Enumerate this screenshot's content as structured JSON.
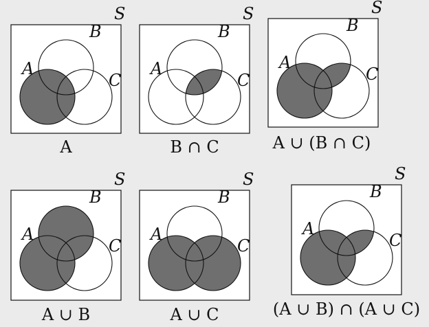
{
  "colors": {
    "shade": "#6f6f6f",
    "stroke": "#111111",
    "box_fill": "#ffffff",
    "background": "#ebebeb"
  },
  "labels": {
    "universe": "S",
    "a": "A",
    "b": "B",
    "c": "C"
  },
  "panels": [
    {
      "caption": "A",
      "shaded_regions": [
        "a_only",
        "ab",
        "ac",
        "abc"
      ]
    },
    {
      "caption": "B ∩ C",
      "shaded_regions": [
        "bc",
        "abc"
      ]
    },
    {
      "caption": "A ∪ (B ∩ C)",
      "shaded_regions": [
        "a_only",
        "ab",
        "ac",
        "abc",
        "bc"
      ]
    },
    {
      "caption": "A ∪ B",
      "shaded_regions": [
        "a_only",
        "b_only",
        "ab",
        "ac",
        "bc",
        "abc"
      ]
    },
    {
      "caption": "A ∪ C",
      "shaded_regions": [
        "a_only",
        "c_only",
        "ab",
        "ac",
        "bc",
        "abc"
      ]
    },
    {
      "caption": "(A ∪ B) ∩ (A ∪ C)",
      "shaded_regions": [
        "a_only",
        "ab",
        "ac",
        "abc",
        "bc"
      ]
    }
  ]
}
